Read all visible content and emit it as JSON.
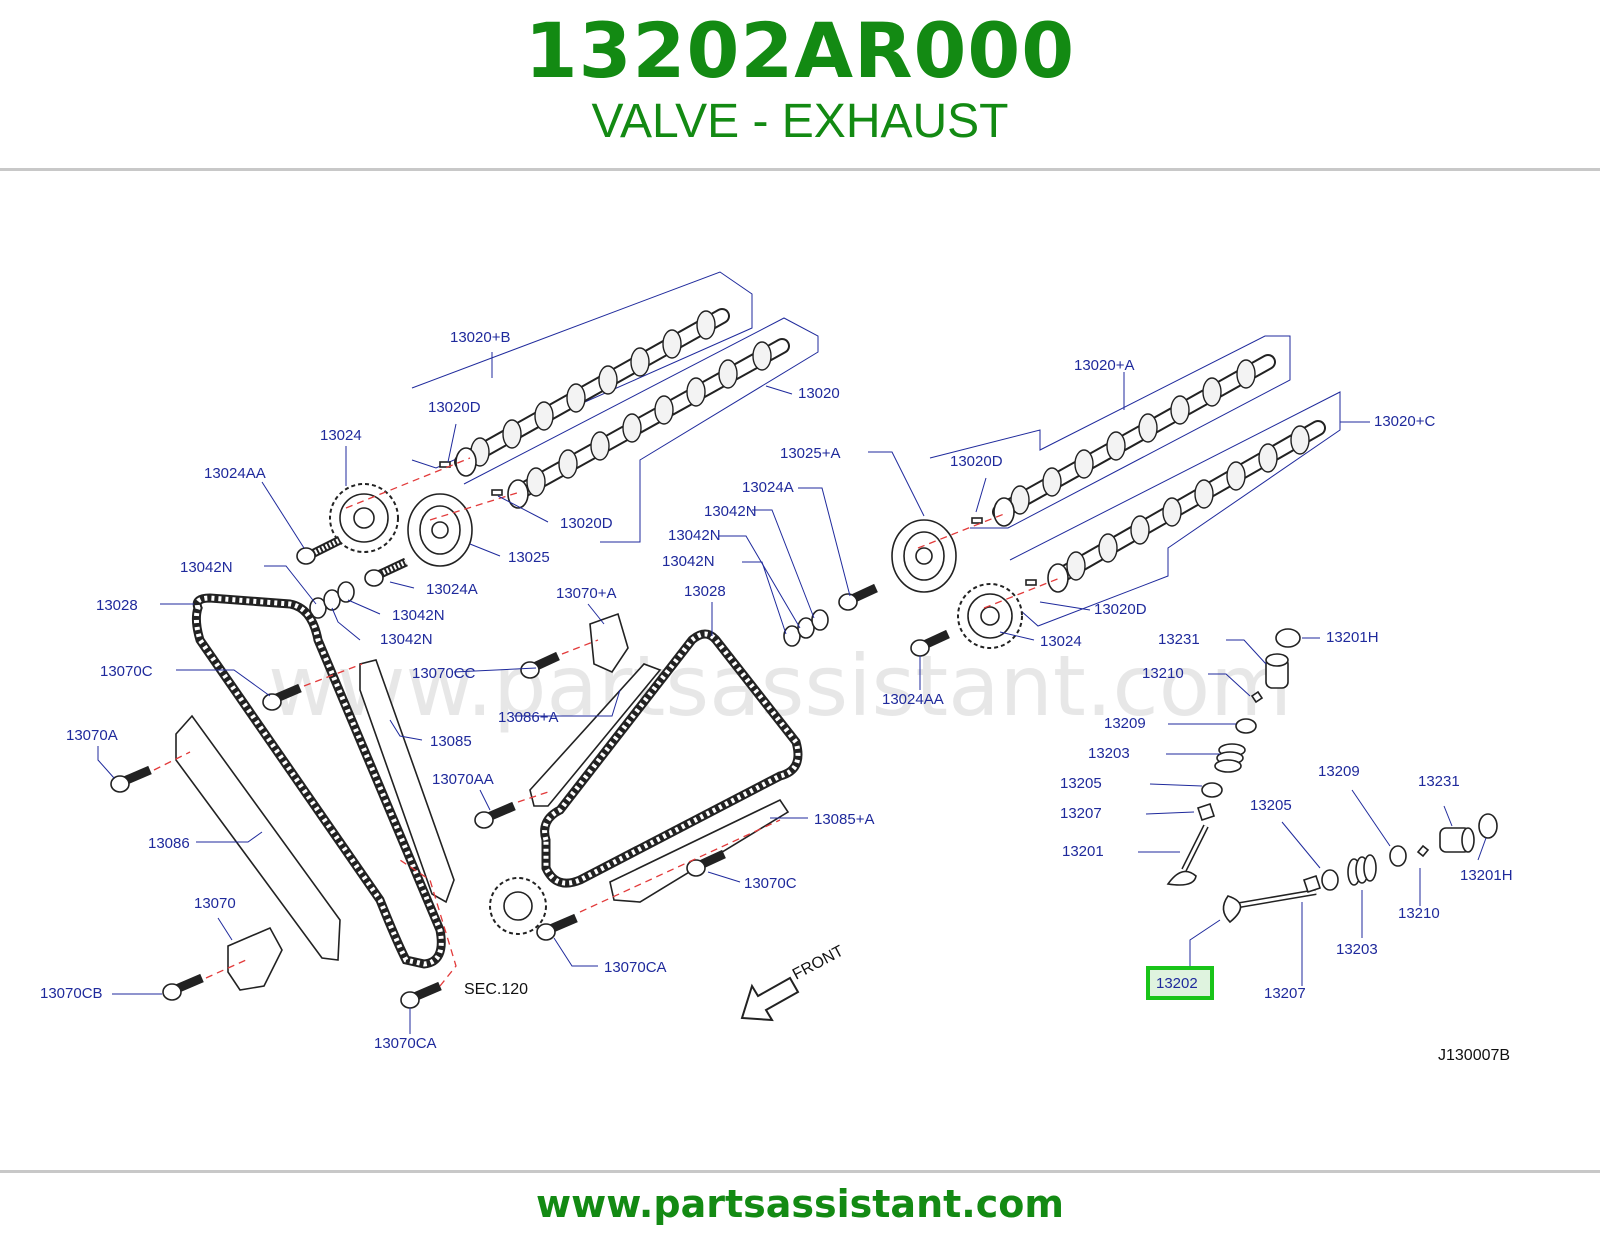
{
  "header": {
    "part_number": "13202AR000",
    "description": "VALVE - EXHAUST"
  },
  "footer": {
    "url": "www.partsassistant.com"
  },
  "diagram": {
    "watermark": "www.partsassistant.com",
    "diagram_code": "J130007B",
    "front_label": "FRONT",
    "sec_label": "SEC.120",
    "highlighted_part": "13202",
    "colors": {
      "brand": "#138a13",
      "callout": "#1f2a9c",
      "highlight": "#19c419",
      "guide": "#e23a3a"
    },
    "callouts": [
      "13020+B",
      "13020D",
      "13024",
      "13024AA",
      "13020",
      "13020D",
      "13025",
      "13042N",
      "13024A",
      "13042N",
      "13042N",
      "13028",
      "13070C",
      "13070A",
      "13070CC",
      "13085",
      "13086+A",
      "13070AA",
      "13086",
      "13070",
      "13070CB",
      "13070CA",
      "13070+A",
      "13028",
      "13085+A",
      "13070C",
      "13070CA",
      "13025+A",
      "13024A",
      "13042N",
      "13042N",
      "13042N",
      "13024AA",
      "13024",
      "13020+A",
      "13020D",
      "13020+C",
      "13020D",
      "13231",
      "13201H",
      "13210",
      "13209",
      "13203",
      "13205",
      "13207",
      "13201",
      "13209",
      "13231",
      "13205",
      "13201H",
      "13210",
      "13203",
      "13207"
    ]
  }
}
